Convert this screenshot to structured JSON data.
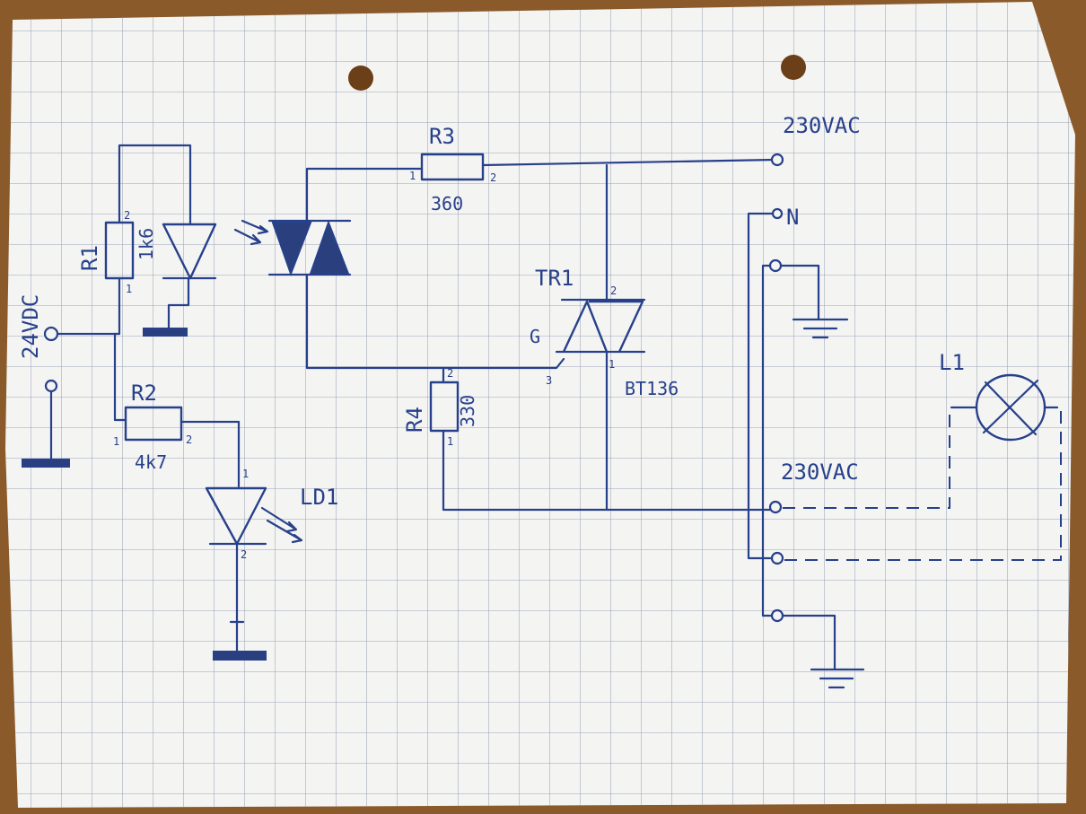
{
  "components": {
    "r1": {
      "ref": "R1",
      "value": "1k6",
      "pin1": "1",
      "pin2": "2"
    },
    "r2": {
      "ref": "R2",
      "value": "4k7",
      "pin1": "1",
      "pin2": "2"
    },
    "r3": {
      "ref": "R3",
      "value": "360",
      "pin1": "1",
      "pin2": "2"
    },
    "r4": {
      "ref": "R4",
      "value": "330",
      "pin1": "1",
      "pin2": "2"
    },
    "tr1": {
      "ref": "TR1",
      "part": "BT136",
      "gate": "G",
      "pin1": "1",
      "pin2": "2",
      "pin3": "3"
    },
    "ld1": {
      "ref": "LD1",
      "pin1": "1",
      "pin2": "2"
    },
    "l1": {
      "ref": "L1"
    }
  },
  "supply": {
    "dc": "24VDC",
    "ac_in": "230VAC",
    "neutral": "N",
    "ac_out": "230VAC"
  },
  "colors": {
    "ink": "#27408b",
    "paper": "#f4f4f2",
    "grid": "#9aa3b8",
    "desk": "#8a5a2b"
  }
}
